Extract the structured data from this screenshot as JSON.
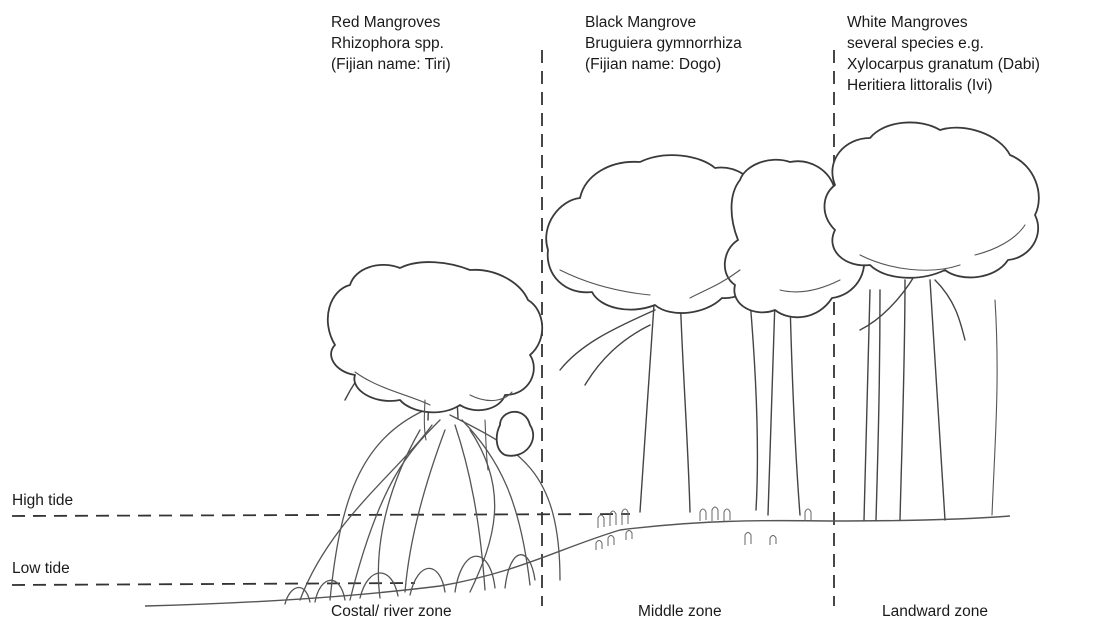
{
  "zones": [
    {
      "species_lines": [
        "Red Mangroves",
        "Rhizophora spp.",
        "(Fijian name: Tiri)"
      ],
      "zone_label": "Costal/ river zone"
    },
    {
      "species_lines": [
        "Black Mangrove",
        "Bruguiera gymnorrhiza",
        "(Fijian name: Dogo)"
      ],
      "zone_label": "Middle zone"
    },
    {
      "species_lines": [
        "White Mangroves",
        "several species e.g.",
        "Xylocarpus granatum (Dabi)",
        "Heritiera littoralis (Ivi)"
      ],
      "zone_label": "Landward zone"
    }
  ],
  "tides": {
    "high": "High tide",
    "low": "Low tide"
  }
}
